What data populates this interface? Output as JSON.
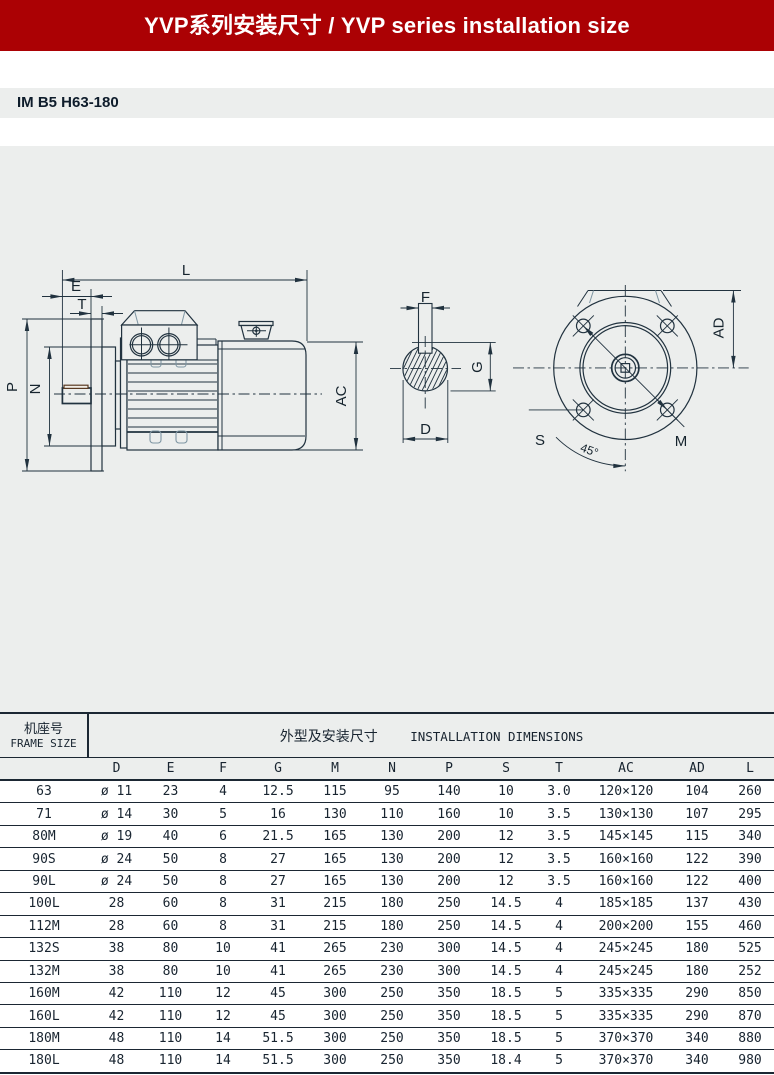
{
  "header": {
    "title": "YVP系列安装尺寸 / YVP series installation size",
    "subtitle": "IM B5 H63-180"
  },
  "colors": {
    "accent_red": "#AB0104",
    "panel_gray": "#ECEEED",
    "line_dark": "#1C2B38",
    "table_ink": "#182430"
  },
  "drawing": {
    "side": {
      "L": "L",
      "E": "E",
      "T": "T",
      "P": "P",
      "N": "N",
      "AC": "AC"
    },
    "shaft": {
      "F": "F",
      "G": "G",
      "D": "D"
    },
    "flange": {
      "AD": "AD",
      "S": "S",
      "M": "M",
      "angle": "45°"
    }
  },
  "table": {
    "frame_header_cn": "机座号",
    "frame_header_en": "FRAME SIZE",
    "dims_header_cn": "外型及安装尺寸",
    "dims_header_en": "INSTALLATION DIMENSIONS",
    "columns": [
      "D",
      "E",
      "F",
      "G",
      "M",
      "N",
      "P",
      "S",
      "T",
      "AC",
      "AD",
      "L"
    ],
    "rows": [
      [
        "63",
        "ø 11",
        "23",
        "4",
        "12.5",
        "115",
        "95",
        "140",
        "10",
        "3.0",
        "120×120",
        "104",
        "260"
      ],
      [
        "71",
        "ø 14",
        "30",
        "5",
        "16",
        "130",
        "110",
        "160",
        "10",
        "3.5",
        "130×130",
        "107",
        "295"
      ],
      [
        "80M",
        "ø 19",
        "40",
        "6",
        "21.5",
        "165",
        "130",
        "200",
        "12",
        "3.5",
        "145×145",
        "115",
        "340"
      ],
      [
        "90S",
        "ø 24",
        "50",
        "8",
        "27",
        "165",
        "130",
        "200",
        "12",
        "3.5",
        "160×160",
        "122",
        "390"
      ],
      [
        "90L",
        "ø 24",
        "50",
        "8",
        "27",
        "165",
        "130",
        "200",
        "12",
        "3.5",
        "160×160",
        "122",
        "400"
      ],
      [
        "100L",
        "28",
        "60",
        "8",
        "31",
        "215",
        "180",
        "250",
        "14.5",
        "4",
        "185×185",
        "137",
        "430"
      ],
      [
        "112M",
        "28",
        "60",
        "8",
        "31",
        "215",
        "180",
        "250",
        "14.5",
        "4",
        "200×200",
        "155",
        "460"
      ],
      [
        "132S",
        "38",
        "80",
        "10",
        "41",
        "265",
        "230",
        "300",
        "14.5",
        "4",
        "245×245",
        "180",
        "525"
      ],
      [
        "132M",
        "38",
        "80",
        "10",
        "41",
        "265",
        "230",
        "300",
        "14.5",
        "4",
        "245×245",
        "180",
        "252"
      ],
      [
        "160M",
        "42",
        "110",
        "12",
        "45",
        "300",
        "250",
        "350",
        "18.5",
        "5",
        "335×335",
        "290",
        "850"
      ],
      [
        "160L",
        "42",
        "110",
        "12",
        "45",
        "300",
        "250",
        "350",
        "18.5",
        "5",
        "335×335",
        "290",
        "870"
      ],
      [
        "180M",
        "48",
        "110",
        "14",
        "51.5",
        "300",
        "250",
        "350",
        "18.5",
        "5",
        "370×370",
        "340",
        "880"
      ],
      [
        "180L",
        "48",
        "110",
        "14",
        "51.5",
        "300",
        "250",
        "350",
        "18.4",
        "5",
        "370×370",
        "340",
        "980"
      ]
    ]
  }
}
